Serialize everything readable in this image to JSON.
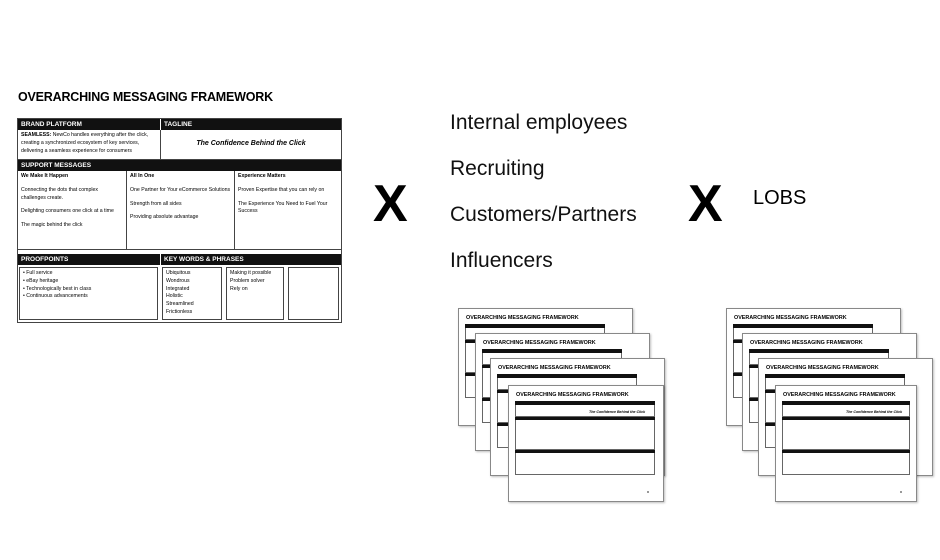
{
  "framework": {
    "title": "OVERARCHING MESSAGING FRAMEWORK",
    "brand_platform_header": "BRAND PLATFORM",
    "tagline_header": "TAGLINE",
    "seamless_label": "SEAMLESS:",
    "brand_platform_text": "NewCo handles everything after the click, creating a synchronized ecosystem of key services, delivering a seamless experience for consumers",
    "tagline": "The Confidence Behind the Click",
    "support_header": "SUPPORT MESSAGES",
    "support": [
      {
        "title": "We Make It Happen",
        "lines": [
          "Connecting the dots that complex challenges create.",
          "Delighting consumers one click at a time",
          "The magic behind the click"
        ]
      },
      {
        "title": "All In One",
        "lines": [
          "One Partner for Your eCommerce Solutions",
          "Strength from all sides",
          "Providing absolute advantage"
        ]
      },
      {
        "title": "Experience Matters",
        "lines": [
          "Proven Expertise that you can rely on",
          "The Experience You Need to Fuel Your Success"
        ]
      }
    ],
    "proofpoints_header": "PROOFPOINTS",
    "proofpoints": [
      "• Full service",
      "• eBay heritage",
      "• Technologically best in class",
      "• Continuous advancements"
    ],
    "keywords_header": "KEY WORDS & PHRASES",
    "keywords_col1": [
      "Ubiquitous",
      "Wondrous",
      "Integrated",
      "Holistic",
      "Streamlined",
      "Frictionless"
    ],
    "keywords_col2": [
      "Making it possible",
      "Problem solver",
      "Rely on"
    ]
  },
  "multiply_sign": "X",
  "audiences": [
    "Internal employees",
    "Recruiting",
    "Customers/Partners",
    "Influencers"
  ],
  "lobs_label": "LOBS",
  "thumbnail_title": "OVERARCHING MESSAGING FRAMEWORK",
  "thumbnail_tagline": "The Confidence Behind the Click"
}
